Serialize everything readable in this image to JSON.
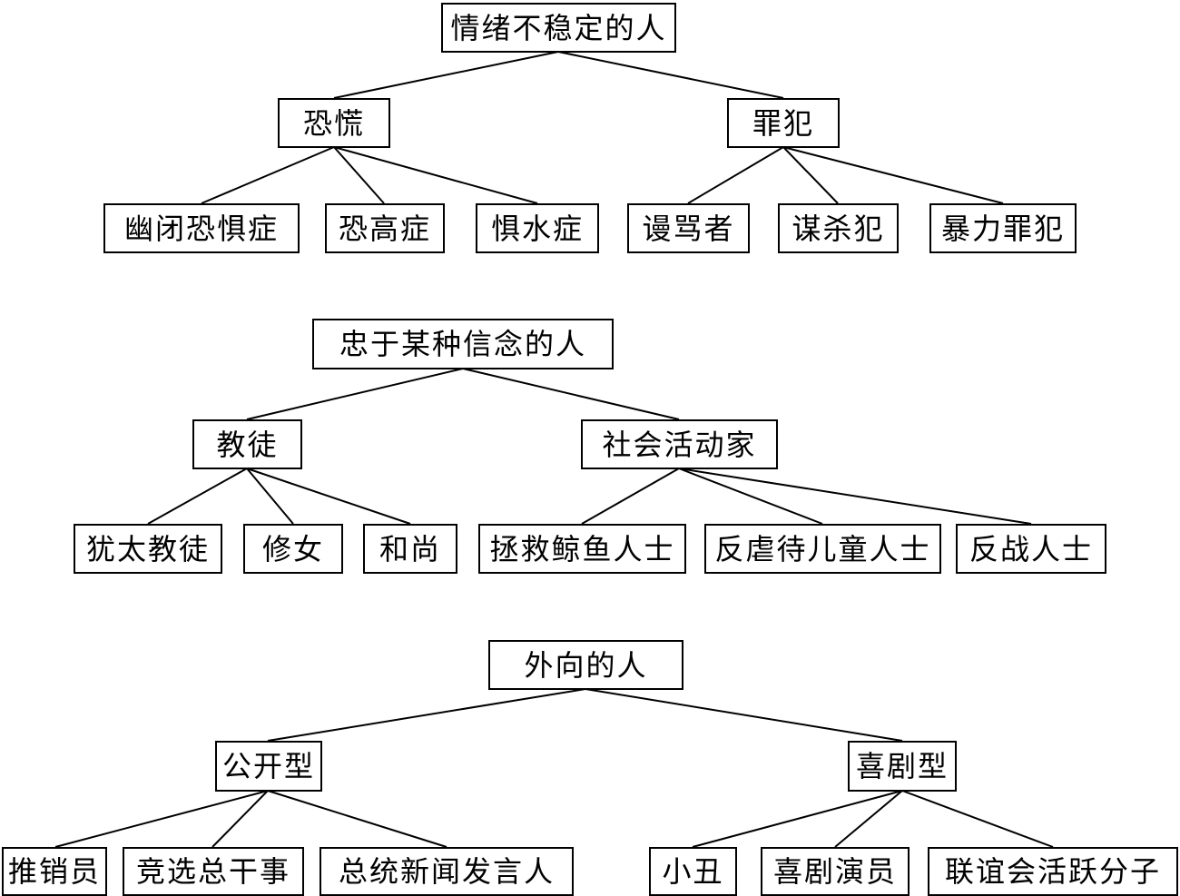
{
  "trees": [
    {
      "root": "情绪不稳定的人",
      "groups": [
        {
          "label": "恐慌",
          "children": [
            "幽闭恐惧症",
            "恐高症",
            "惧水症"
          ]
        },
        {
          "label": "罪犯",
          "children": [
            "谩骂者",
            "谋杀犯",
            "暴力罪犯"
          ]
        }
      ]
    },
    {
      "root": "忠于某种信念的人",
      "groups": [
        {
          "label": "教徒",
          "children": [
            "犹太教徒",
            "修女",
            "和尚"
          ]
        },
        {
          "label": "社会活动家",
          "children": [
            "拯救鲸鱼人士",
            "反虐待儿童人士",
            "反战人士"
          ]
        }
      ]
    },
    {
      "root": "外向的人",
      "groups": [
        {
          "label": "公开型",
          "children": [
            "推销员",
            "竞选总干事",
            "总统新闻发言人"
          ]
        },
        {
          "label": "喜剧型",
          "children": [
            "小丑",
            "喜剧演员",
            "联谊会活跃分子"
          ]
        }
      ]
    }
  ]
}
